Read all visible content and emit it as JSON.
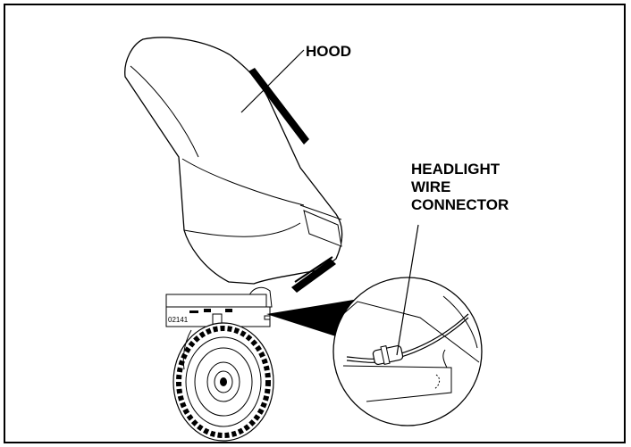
{
  "labels": {
    "hood": "HOOD",
    "headlight_line1": "HEADLIGHT",
    "headlight_line2": "WIRE",
    "headlight_line3": "CONNECTOR",
    "figure_code": "02141"
  }
}
